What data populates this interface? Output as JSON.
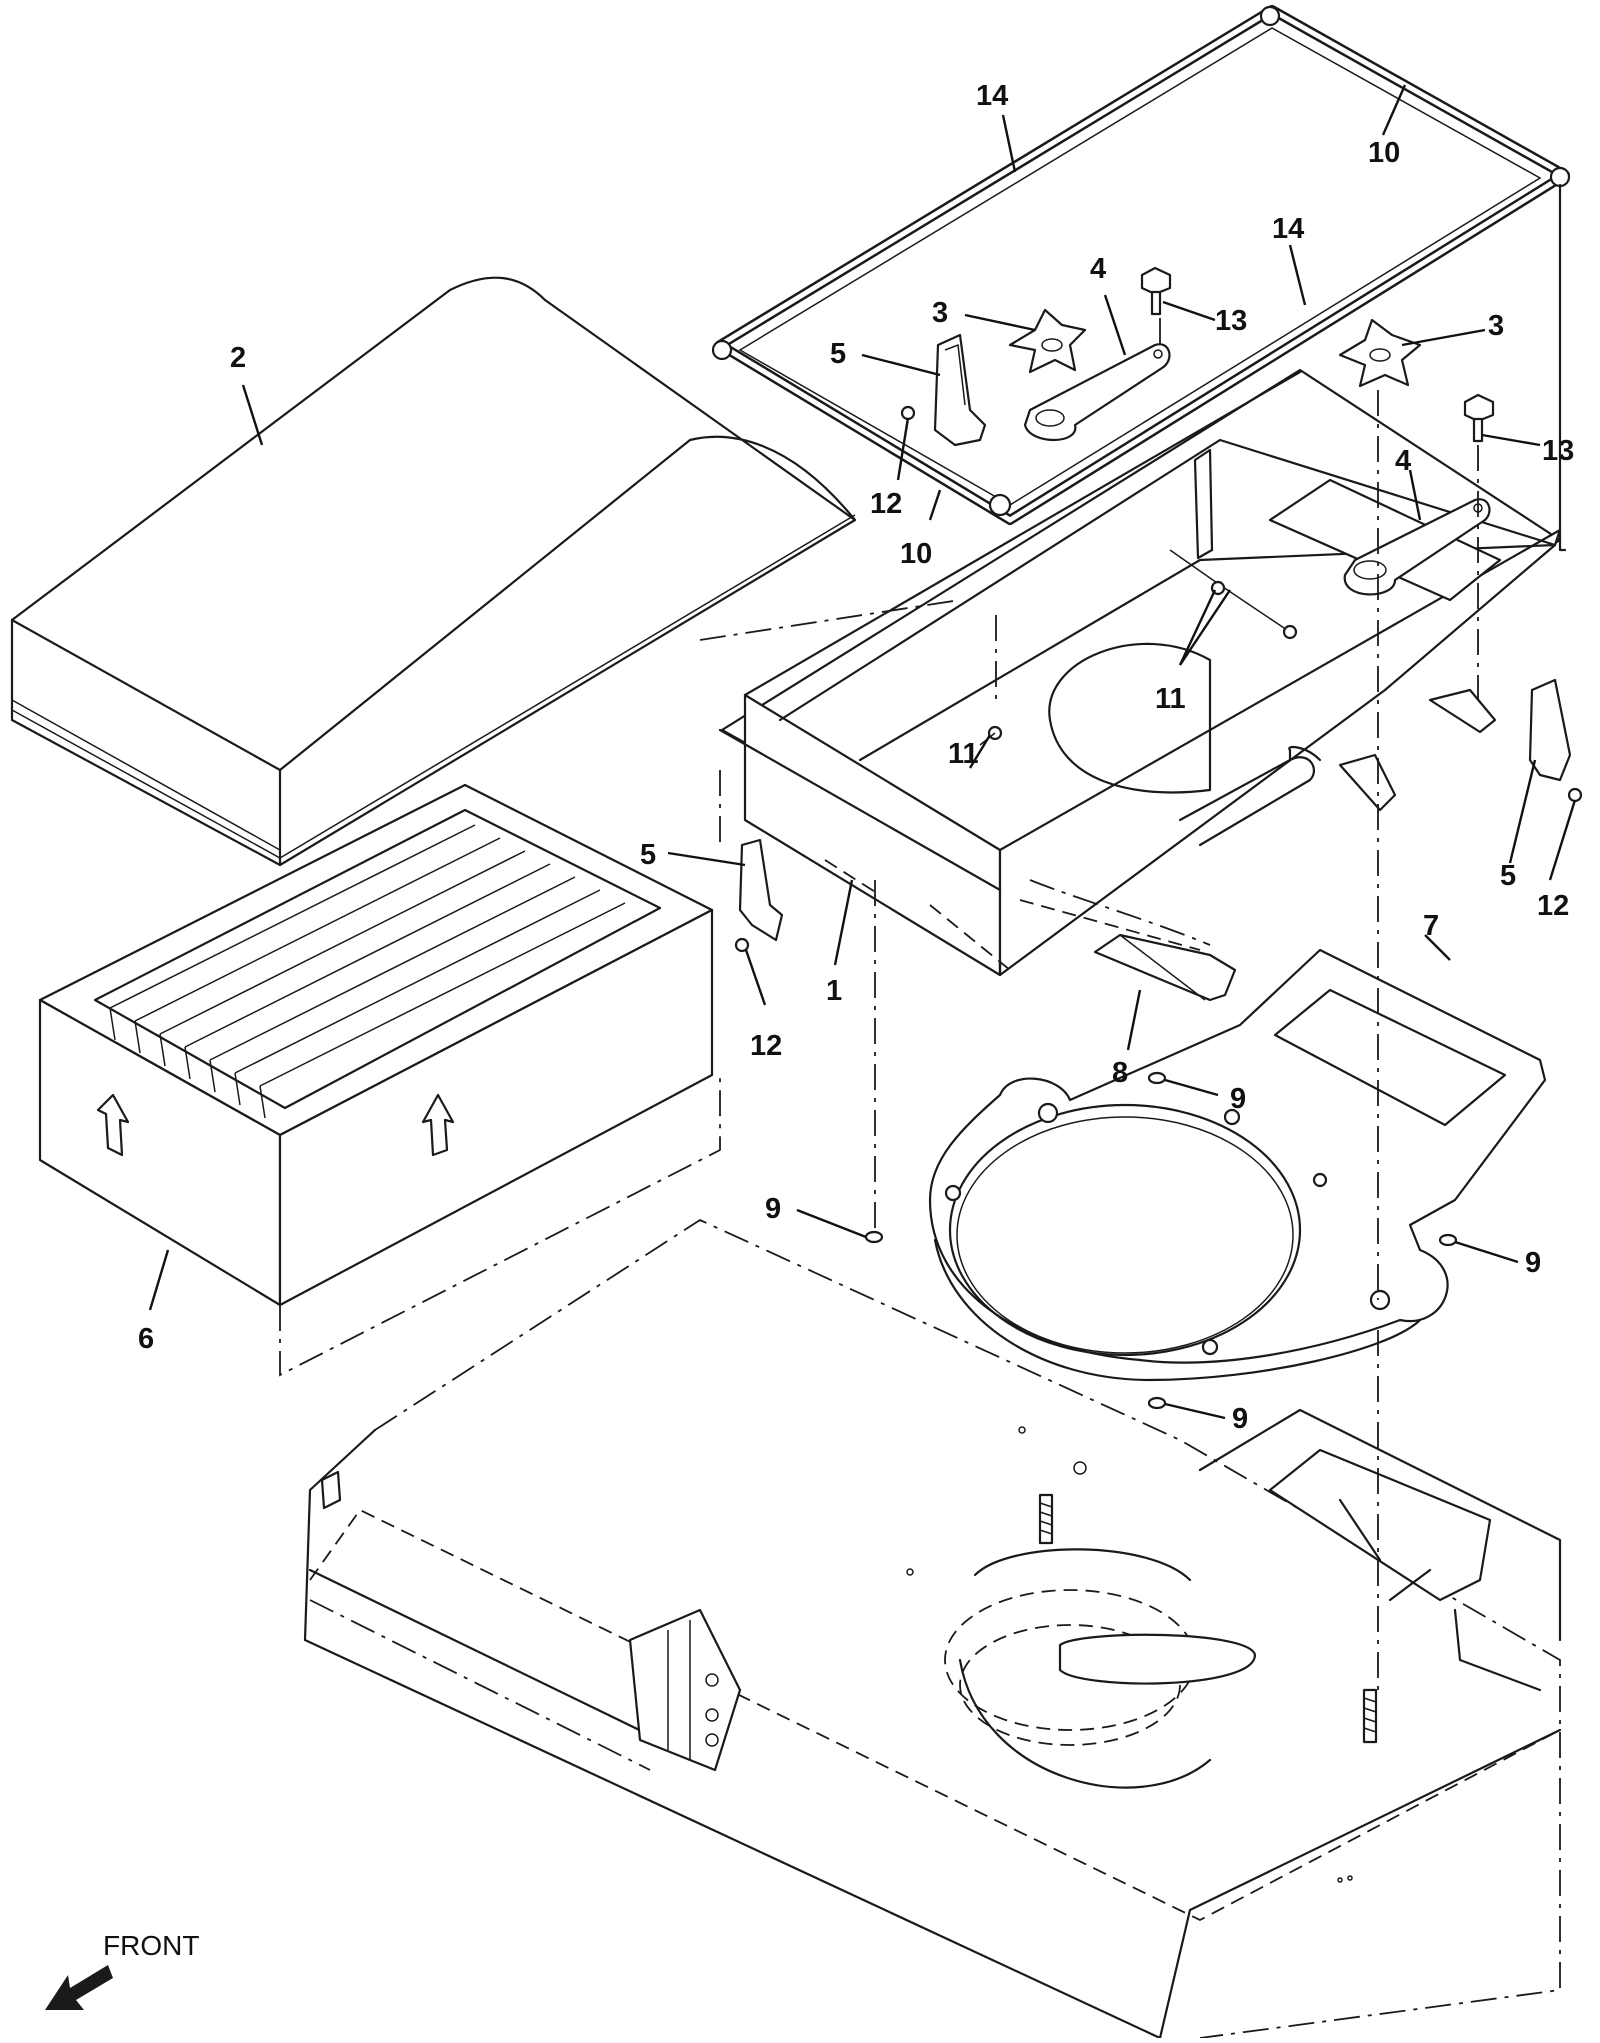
{
  "diagram": {
    "orientation_label": "FRONT",
    "callouts": [
      {
        "id": "c14a",
        "text": "14"
      },
      {
        "id": "c10a",
        "text": "10"
      },
      {
        "id": "c14b",
        "text": "14"
      },
      {
        "id": "c2",
        "text": "2"
      },
      {
        "id": "c4a",
        "text": "4"
      },
      {
        "id": "c3a",
        "text": "3"
      },
      {
        "id": "c13a",
        "text": "13"
      },
      {
        "id": "c3b",
        "text": "3"
      },
      {
        "id": "c5a",
        "text": "5"
      },
      {
        "id": "c12a",
        "text": "12"
      },
      {
        "id": "c10b",
        "text": "10"
      },
      {
        "id": "c13b",
        "text": "13"
      },
      {
        "id": "c4b",
        "text": "4"
      },
      {
        "id": "c11a",
        "text": "11"
      },
      {
        "id": "c11b",
        "text": "11"
      },
      {
        "id": "c5b",
        "text": "5"
      },
      {
        "id": "c1",
        "text": "1"
      },
      {
        "id": "c12b",
        "text": "12"
      },
      {
        "id": "c5c",
        "text": "5"
      },
      {
        "id": "c12c",
        "text": "12"
      },
      {
        "id": "c7",
        "text": "7"
      },
      {
        "id": "c8",
        "text": "8"
      },
      {
        "id": "c9a",
        "text": "9"
      },
      {
        "id": "c9b",
        "text": "9"
      },
      {
        "id": "c9c",
        "text": "9"
      },
      {
        "id": "c9d",
        "text": "9"
      },
      {
        "id": "c6",
        "text": "6"
      }
    ]
  }
}
